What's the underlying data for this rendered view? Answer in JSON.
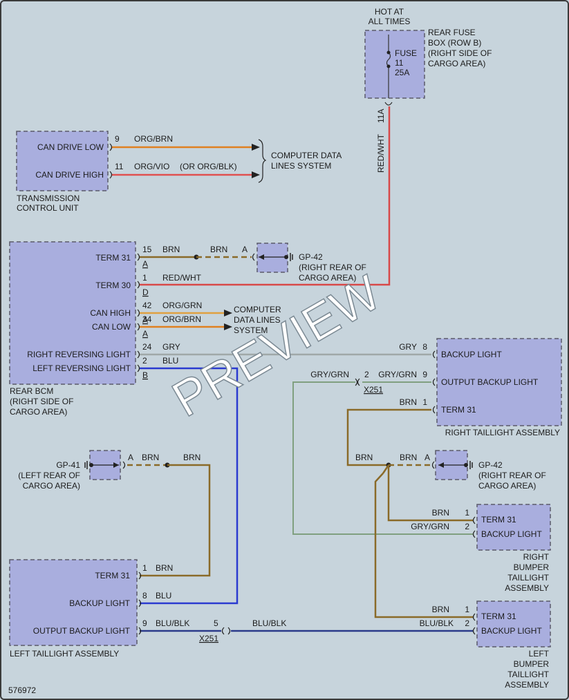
{
  "diagram_id": "576972",
  "watermark": "PREVIEW",
  "colors": {
    "background": "#c7d4dc",
    "component_fill": "#a9aede",
    "wire_brn": "#8a6a28",
    "wire_red": "#d84848",
    "wire_org_brn": "#e08020",
    "wire_org_vio": "#e05050",
    "wire_gry": "#a0a8a8",
    "wire_blu": "#2a3ad0",
    "wire_blu_blk": "#2a3a8a",
    "wire_gry_grn": "#80a080"
  },
  "fuse_box": {
    "hot": [
      "HOT AT",
      "ALL TIMES"
    ],
    "fuse": [
      "FUSE",
      "11",
      "25A"
    ],
    "name": [
      "REAR FUSE",
      "BOX (ROW B)",
      "(RIGHT SIDE OF",
      "CARGO AREA)"
    ],
    "pin": "11A",
    "wire": "RED/WHT"
  },
  "tcu": {
    "pins": [
      "CAN DRIVE LOW",
      "CAN DRIVE HIGH"
    ],
    "name": [
      "TRANSMISSION",
      "CONTROL UNIT"
    ],
    "w1_num": "9",
    "w1_color": "ORG/BRN",
    "w2_num": "11",
    "w2_color": "ORG/VIO",
    "w2_alt": "(OR ORG/BLK)",
    "dest": [
      "COMPUTER DATA",
      "LINES SYSTEM"
    ]
  },
  "bcm": {
    "name": [
      "REAR BCM",
      "(RIGHT SIDE OF",
      "CARGO AREA)"
    ],
    "pins": [
      "TERM 31",
      "TERM 30",
      "CAN HIGH",
      "CAN LOW",
      "RIGHT REVERSING LIGHT",
      "LEFT REVERSING LIGHT"
    ],
    "nums": [
      "15",
      "1",
      "42",
      "34",
      "24",
      "2"
    ],
    "colors": [
      "BRN",
      "RED/WHT",
      "ORG/GRN",
      "ORG/BRN",
      "GRY",
      "BLU"
    ],
    "conns": [
      "A",
      "D",
      "A",
      "A",
      "B"
    ],
    "term31_brn2": "BRN",
    "term31_conn": "A",
    "dest": [
      "COMPUTER",
      "DATA LINES",
      "SYSTEM"
    ]
  },
  "gp42_top": {
    "name": "GP-42",
    "loc": [
      "(RIGHT REAR OF",
      "CARGO AREA)"
    ]
  },
  "gp41": {
    "name": "GP-41",
    "loc": [
      "(LEFT REAR OF",
      "CARGO AREA)"
    ],
    "conn": "A",
    "w1": "BRN",
    "w2": "BRN"
  },
  "gp42_mid": {
    "name": "GP-42",
    "loc": [
      "(RIGHT REAR OF",
      "CARGO AREA)"
    ],
    "conn": "A",
    "w1": "BRN",
    "w2": "BRN"
  },
  "right_tail": {
    "name": "RIGHT TAILLIGHT ASSEMBLY",
    "pins": [
      "BACKUP LIGHT",
      "OUTPUT BACKUP LIGHT",
      "TERM 31"
    ],
    "nums": [
      "8",
      "9",
      "1"
    ],
    "colors": [
      "GRY",
      "GRY/GRN",
      "BRN"
    ]
  },
  "x251_top": {
    "label": "X251",
    "pin": "2",
    "color": "GRY/GRN"
  },
  "right_bumper": {
    "name": [
      "RIGHT",
      "BUMPER",
      "TAILLIGHT",
      "ASSEMBLY"
    ],
    "pins": [
      "TERM 31",
      "BACKUP LIGHT"
    ],
    "nums": [
      "1",
      "2"
    ],
    "colors": [
      "BRN",
      "GRY/GRN"
    ]
  },
  "left_tail": {
    "name": "LEFT TAILLIGHT ASSEMBLY",
    "pins": [
      "TERM 31",
      "BACKUP LIGHT",
      "OUTPUT BACKUP LIGHT"
    ],
    "nums": [
      "1",
      "8",
      "9"
    ],
    "colors": [
      "BRN",
      "BLU",
      "BLU/BLK"
    ]
  },
  "x251_bottom": {
    "label": "X251",
    "pin": "5",
    "color": "BLU/BLK"
  },
  "left_bumper": {
    "name": [
      "LEFT",
      "BUMPER",
      "TAILLIGHT",
      "ASSEMBLY"
    ],
    "pins": [
      "TERM 31",
      "BACKUP LIGHT"
    ],
    "nums": [
      "1",
      "2"
    ],
    "colors": [
      "BRN",
      "BLU/BLK"
    ]
  }
}
